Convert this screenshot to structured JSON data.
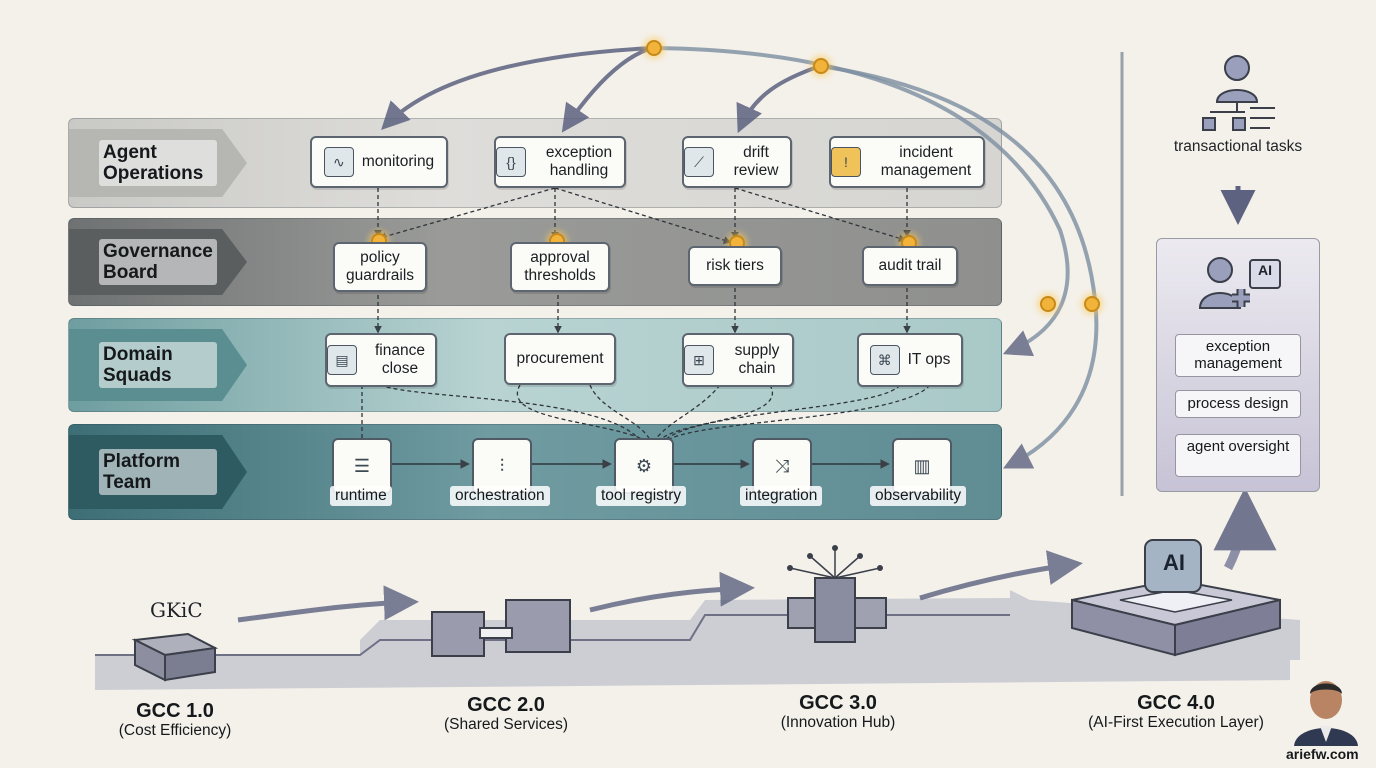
{
  "lanes": {
    "agent_operations": "Agent Operations",
    "governance_board": "Governance Board",
    "domain_squads": "Domain Squads",
    "platform_team": "Platform Team"
  },
  "ops_cards": {
    "monitoring": "monitoring",
    "exception_handling": "exception handling",
    "drift_review": "drift review",
    "incident_management": "incident management"
  },
  "gov_cards": {
    "policy_guardrails": "policy guardrails",
    "approval_thresholds": "approval thresholds",
    "risk_tiers": "risk tiers",
    "audit_trail": "audit trail"
  },
  "domain_cards": {
    "finance_close": "finance close",
    "procurement": "procurement",
    "supply_chain": "supply chain",
    "it_ops": "IT ops"
  },
  "platform_cards": {
    "runtime": "runtime",
    "orchestration": "orchestration",
    "tool_registry": "tool registry",
    "integration": "integration",
    "observability": "observability"
  },
  "right_panel": {
    "transactional_tasks": "transactional tasks",
    "ai_badge": "AI",
    "exception_management": "exception management",
    "process_design": "process design",
    "agent_oversight": "agent oversight"
  },
  "stages": [
    {
      "title": "GCC 1.0",
      "subtitle": "(Cost Efficiency)"
    },
    {
      "title": "GCC 2.0",
      "subtitle": "(Shared Services)"
    },
    {
      "title": "GCC 3.0",
      "subtitle": "(Innovation Hub)"
    },
    {
      "title": "GCC 4.0",
      "subtitle": "(AI-First Execution Layer)"
    }
  ],
  "stage1_box_label": "GKiC",
  "stage4_ai_label": "AI",
  "watermark": "ariefw.com",
  "colors": {
    "highlight_dot": "#f2b33b",
    "arrow": "#5c6280",
    "teal": "#3d6e76"
  }
}
